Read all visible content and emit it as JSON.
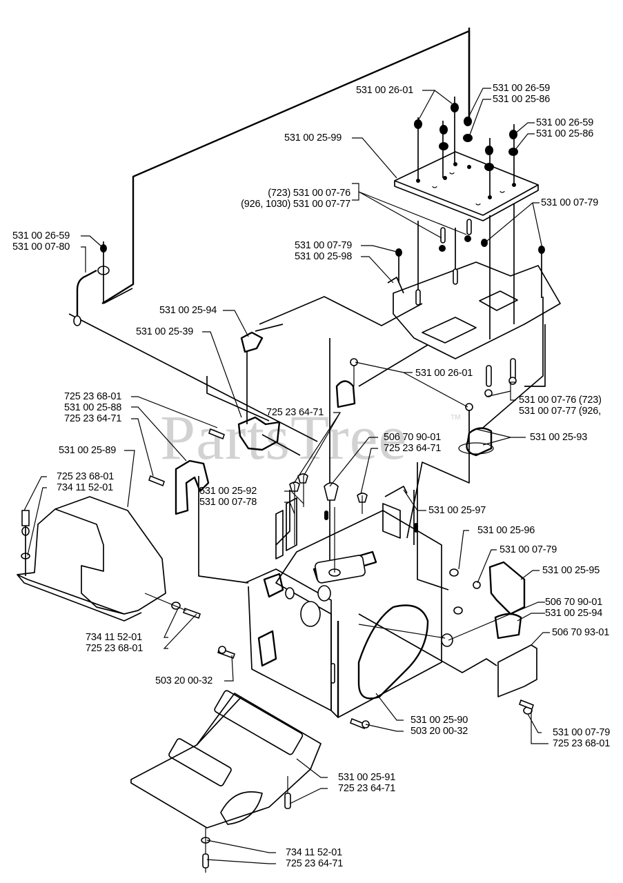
{
  "diagram": {
    "title": "Engine frame / chassis parts diagram",
    "watermark": "PartsTree",
    "trademark": "TM",
    "labels": {
      "top_nut_left": "531 00 26-01",
      "top_nut_right_a": "531 00 26-59",
      "top_nut_right_b": "531 00 25-86",
      "far_right_a": "531 00 26-59",
      "far_right_b": "531 00 25-86",
      "plate_top": "531 00 25-99",
      "bolt_723": "(723) 531 00 07-76",
      "bolt_926": "(926, 1030) 531 00 07-77",
      "right_nut_upper": "531 00 07-79",
      "cable_nut": "531 00 26-59",
      "cable": "531 00 07-80",
      "mid_nut": "531 00 07-79",
      "bracket_98": "531 00 25-98",
      "mount_94": "531 00 25-94",
      "bracket_39": "531 00 25-39",
      "nut_2601_mid": "531 00 26-01",
      "bolt_right_723": "531 00 07-76 (723)",
      "bolt_right_926": "531 00 07-77 (926,",
      "bolt_6801_a": "725 23 68-01",
      "bracket_88": "531 00 25-88",
      "bolt_6471_a": "725 23 64-71",
      "bolt_6471_mid": "725 23 64-71",
      "mount_93": "531 00 25-93",
      "grommet_9001": "506 70 90-01",
      "bolt_6471_b": "725 23 64-71",
      "cover_89": "531 00 25-89",
      "cover_bolt": "725 23 68-01",
      "cover_washer": "734 11 52-01",
      "plate_92": "531 00 25-92",
      "plate_78": "531 00 07-78",
      "bracket_97": "531 00 25-97",
      "bolt_96": "531 00 25-96",
      "nut_79_right": "531 00 07-79",
      "bracket_95": "531 00 25-95",
      "grommet_right": "506 70 90-01",
      "mount_94_right": "531 00 25-94",
      "bracket_9301": "506 70 93-01",
      "washer_lower": "734 11 52-01",
      "bolt_lower": "725 23 68-01",
      "bolt_0032_left": "503 20 00-32",
      "frame_90": "531 00 25-90",
      "bolt_0032_right": "503 20 00-32",
      "nut_79_bottom": "531 00 07-79",
      "bolt_6801_bottom": "725 23 68-01",
      "skid_91": "531 00 25-91",
      "skid_bolt": "725 23 64-71",
      "skid_washer": "734 11 52-01",
      "skid_bolt_b": "725 23 64-71"
    }
  }
}
